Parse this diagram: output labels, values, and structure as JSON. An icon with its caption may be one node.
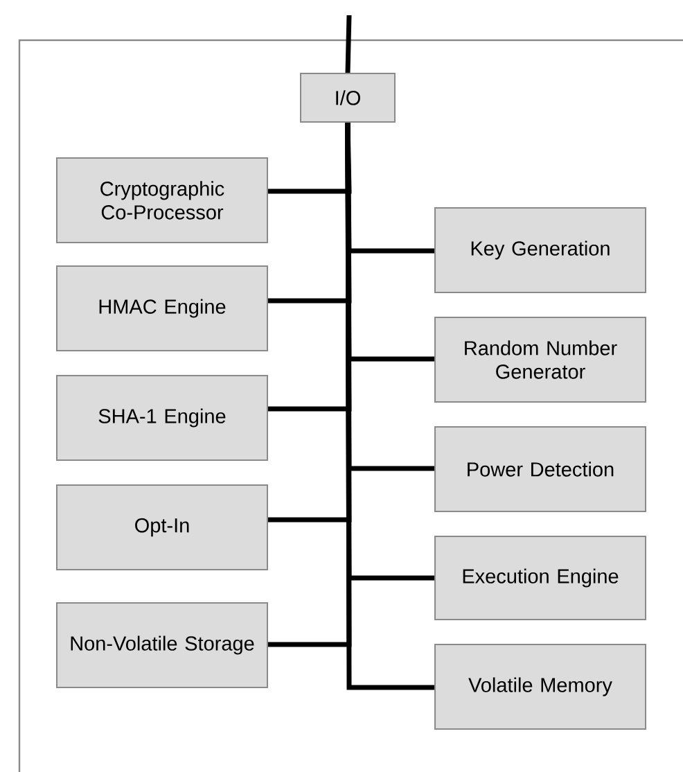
{
  "diagram": {
    "nodes": [
      {
        "text": [
          "I/O"
        ]
      },
      {
        "text": [
          "Cryptographic Co-Processor"
        ]
      },
      {
        "text": [
          "HMAC Engine"
        ]
      },
      {
        "text": [
          "SHA-1 Engine"
        ]
      },
      {
        "text": [
          "Opt-In"
        ]
      },
      {
        "text": [
          "Non-Volatile Storage"
        ]
      },
      {
        "text": [
          "Key Generation"
        ]
      },
      {
        "text": [
          "Random Number Generator"
        ]
      },
      {
        "text": [
          "Power Detection"
        ]
      },
      {
        "text": [
          "Execution Engine"
        ]
      },
      {
        "text": [
          "Volatile Memory"
        ]
      }
    ],
    "edges": [
      {
        "from": null,
        "to": 0,
        "arrow": "none"
      },
      {
        "from": 0,
        "to": 1,
        "arrow": "none"
      },
      {
        "from": 0,
        "to": 2,
        "arrow": "none"
      },
      {
        "from": 0,
        "to": 3,
        "arrow": "none"
      },
      {
        "from": 0,
        "to": 4,
        "arrow": "none"
      },
      {
        "from": 0,
        "to": 5,
        "arrow": "none"
      },
      {
        "from": 0,
        "to": 6,
        "arrow": "none"
      },
      {
        "from": 0,
        "to": 7,
        "arrow": "none"
      },
      {
        "from": 0,
        "to": 8,
        "arrow": "none"
      },
      {
        "from": 0,
        "to": 9,
        "arrow": "none"
      },
      {
        "from": 0,
        "to": 10,
        "arrow": "none"
      }
    ]
  }
}
